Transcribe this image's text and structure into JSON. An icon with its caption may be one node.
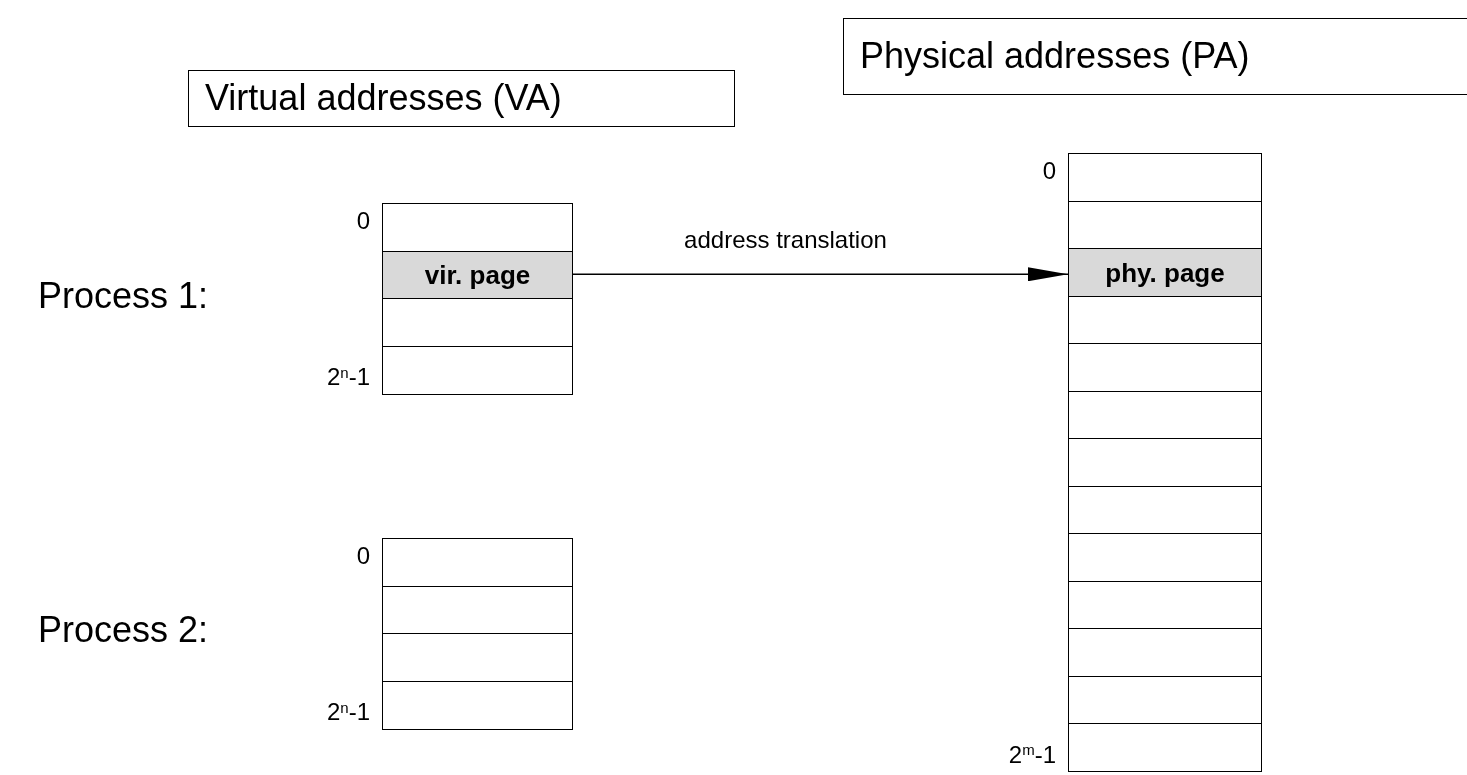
{
  "diagram": {
    "nodes": [
      {
        "text": [
          "Virtual addresses (VA)"
        ]
      },
      {
        "text": [
          "Physical addresses (PA)"
        ]
      },
      {
        "text": [],
        "shape": "box",
        "beside": [
          "0"
        ]
      },
      {
        "text": [],
        "shape": "box"
      },
      {
        "text": [
          "phy. page"
        ]
      },
      {
        "text": [],
        "shape": "box"
      },
      {
        "text": [],
        "shape": "box"
      },
      {
        "text": [],
        "shape": "box"
      },
      {
        "text": [],
        "shape": "box"
      },
      {
        "text": [],
        "shape": "box"
      },
      {
        "text": [],
        "shape": "box"
      },
      {
        "text": [],
        "shape": "box"
      },
      {
        "text": [],
        "shape": "box"
      },
      {
        "text": [],
        "shape": "box"
      },
      {
        "text": [],
        "shape": "box",
        "beside": [
          "2$^{m}$-1"
        ]
      },
      {
        "text": [],
        "shape": "box",
        "beside": [
          "0"
        ]
      },
      {
        "text": [
          "vir. page"
        ]
      },
      {
        "text": [],
        "shape": "box"
      },
      {
        "text": [],
        "shape": "box",
        "beside": [
          "2$^{n}$-1"
        ]
      },
      {
        "text": [],
        "shape": "box",
        "beside": [
          "0"
        ]
      },
      {
        "text": [],
        "shape": "box"
      },
      {
        "text": [],
        "shape": "box"
      },
      {
        "text": [],
        "shape": "box",
        "beside": [
          "2$^{n}$-1"
        ]
      }
    ],
    "edges": [
      {
        "from": 16,
        "to": 4,
        "arrow": "to",
        "label": "address translation"
      }
    ],
    "labels": [
      "Process 1:",
      "Process 2:"
    ]
  }
}
